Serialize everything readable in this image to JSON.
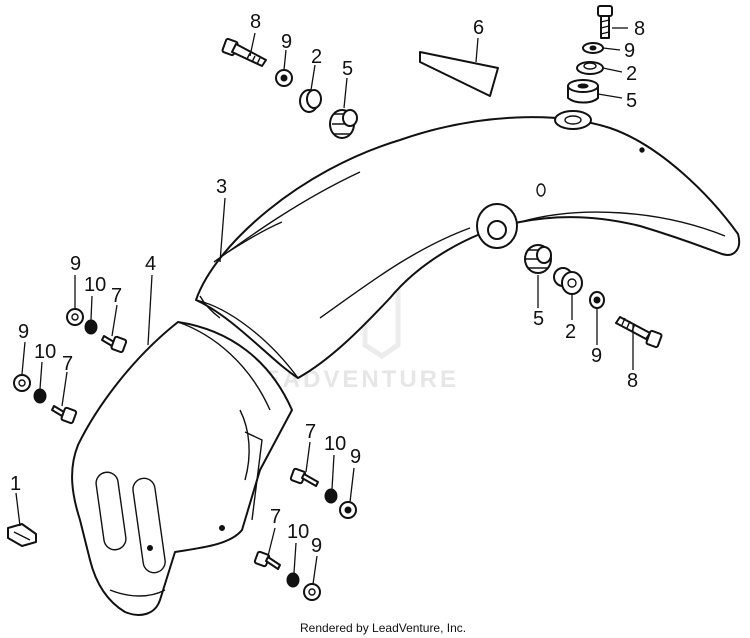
{
  "callouts": {
    "c8a": "8",
    "c9a": "9",
    "c2a": "2",
    "c5a": "5",
    "c6": "6",
    "c8b": "8",
    "c9b": "9",
    "c2b": "2",
    "c5b": "5",
    "c3": "3",
    "c4": "4",
    "c9c": "9",
    "c10c": "10",
    "c7c": "7",
    "c9d": "9",
    "c10d": "10",
    "c7d": "7",
    "c5e": "5",
    "c2e": "2",
    "c9e": "9",
    "c8e": "8",
    "c7f": "7",
    "c10f": "10",
    "c9f": "9",
    "c7g": "7",
    "c10g": "10",
    "c9g": "9",
    "c1": "1"
  },
  "watermark": "LEADVENTURE",
  "footer": "Rendered by LeadVenture, Inc.",
  "colors": {
    "line": "#111111",
    "background": "#ffffff",
    "watermark": "#e6e6e6"
  }
}
